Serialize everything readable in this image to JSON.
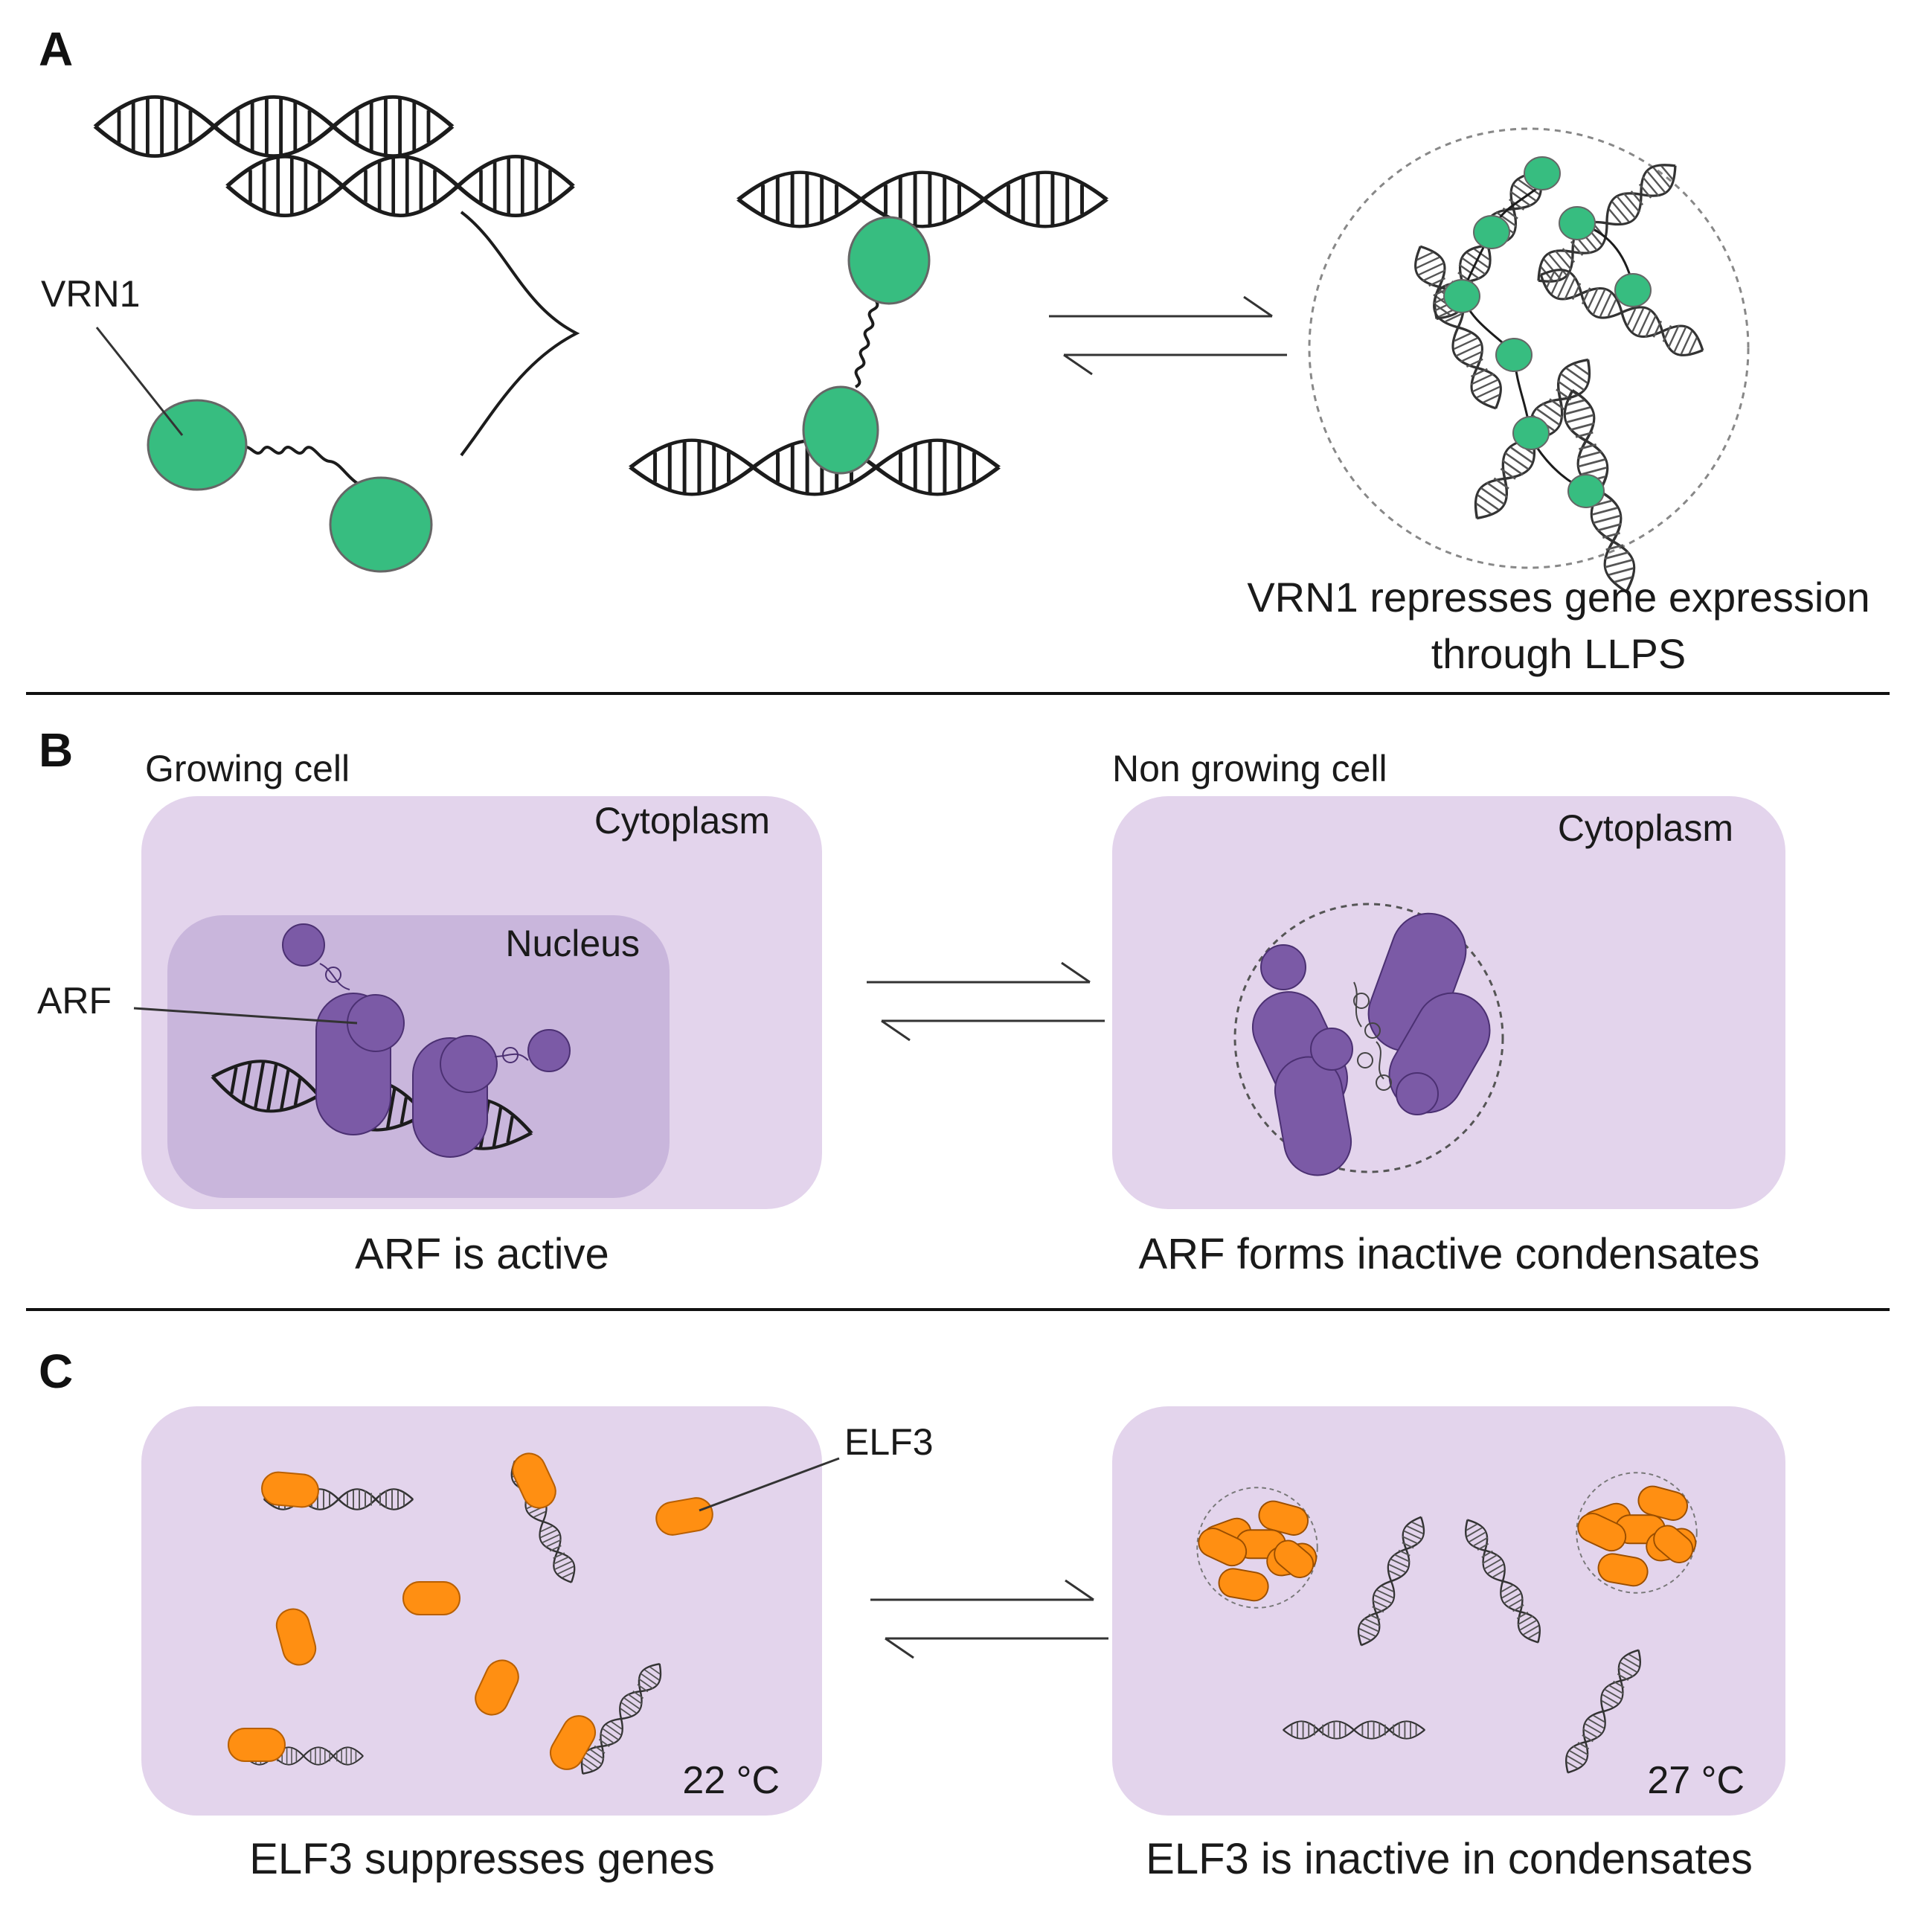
{
  "panels": {
    "a": {
      "letter": "A",
      "vrn1_label": "VRN1",
      "caption_line1": "VRN1 represses gene expression",
      "caption_line2": "through LLPS"
    },
    "b": {
      "letter": "B",
      "growing_cell": "Growing cell",
      "non_growing_cell": "Non growing cell",
      "cytoplasm": "Cytoplasm",
      "nucleus": "Nucleus",
      "arf_label": "ARF",
      "caption_left": "ARF is active",
      "caption_right": "ARF forms inactive condensates"
    },
    "c": {
      "letter": "C",
      "elf3_label": "ELF3",
      "temp_left": "22 °C",
      "temp_right": "27 °C",
      "caption_left": "ELF3 suppresses genes",
      "caption_right": "ELF3 is inactive in condensates"
    }
  },
  "colors": {
    "vrn1_green": "#37bd80",
    "arf_purple": "#7b5aa6",
    "elf3_orange": "#ff8f12",
    "cell_lilac": "#e3d4ec",
    "nucleus_lilac": "#c9b6dc"
  }
}
